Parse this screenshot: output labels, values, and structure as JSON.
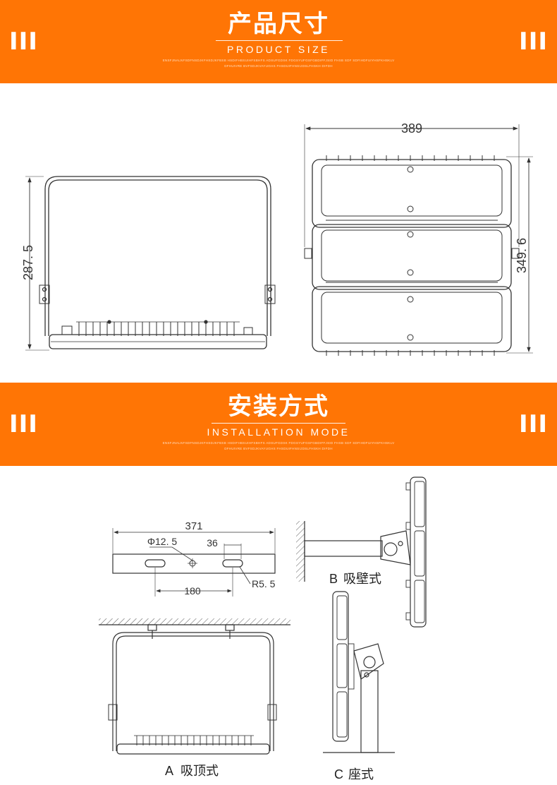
{
  "sections": [
    {
      "title": "产品尺寸",
      "subtitle": "PRODUCT SIZE",
      "bars": "III",
      "filler": "ENSFJNALNFSDFNSDJKFHSDJKFBSB HSDIFHBSUIHFSBHFS ADSUFGDSK FDGSYUFGSFGBDIFFJSID FHSB SDF SDFIHDFUIYHSFKHSKLV DFHUIVRE BVFSDJKVAYUGHS FHSDUIFHNSIJDSLFHSKH DIFDH"
    },
    {
      "title": "安装方式",
      "subtitle": "INSTALLATION MODE",
      "bars": "III",
      "filler": "ENSFJNALNFSDFNSDJKFHSDJKFBSB HSDIFHBSUIHFSBHFS ADSUFGDSK FDGSYUFGSFGBDIFFJSID FHSB SDF SDFIHDFUIYHSFKHSKLV DFHUIVRE BVFSDJKVAYUGHS FHSDUIFHNSIJDSLFHSKH DIFDH"
    }
  ],
  "dimensions": {
    "side_height": "287. 5",
    "front_width": "389",
    "front_height": "349. 6",
    "bracket_length": "371",
    "hole_diameter": "Φ12. 5",
    "slot_width": "36",
    "hole_spacing": "180",
    "slot_radius": "R5. 5"
  },
  "mounting": {
    "a_letter": "A",
    "a_label": "吸顶式",
    "b_letter": "B",
    "b_label": "吸壁式",
    "c_letter": "C",
    "c_label": "座式"
  },
  "colors": {
    "banner": "#ff7505",
    "line": "#3a3a3a"
  }
}
